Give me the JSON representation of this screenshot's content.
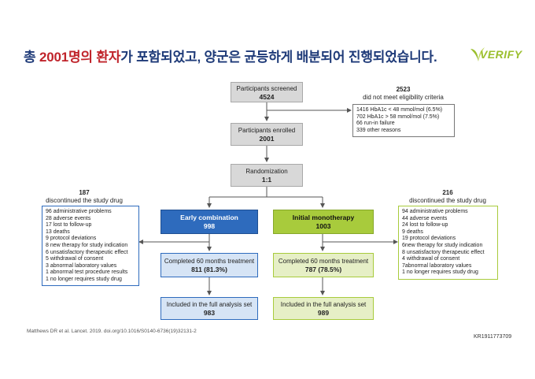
{
  "title": {
    "prefix": "총 ",
    "highlight": "2001명의 환자",
    "suffix": "가 포함되었고, 양군은 균등하게 배분되어 진행되었습니다."
  },
  "logo": {
    "text": "VERIFY"
  },
  "flow": {
    "screened": {
      "label": "Participants screened",
      "value": "4524"
    },
    "excluded": {
      "value": "2523",
      "label": "did not meet eligibility criteria",
      "items": [
        "1416 HbA1c < 48 mmol/mol (6.5%)",
        "702 HbA1c > 58 mmol/mol (7.5%)",
        "66 run-in failure",
        "339 other reasons"
      ]
    },
    "enrolled": {
      "label": "Participants enrolled",
      "value": "2001"
    },
    "randomization": {
      "label": "Randomization",
      "value": "1:1"
    },
    "left": {
      "arm": {
        "label": "Early combination",
        "value": "998"
      },
      "completed": {
        "label": "Completed 60 months treatment",
        "value": "811 (81.3%)"
      },
      "analysis": {
        "label": "Included in the full analysis set",
        "value": "983"
      },
      "discontinued": {
        "value": "187",
        "label": "discontinued the study drug",
        "items": [
          "96 administrative problems",
          "28  adverse  events",
          "17 lost to follow-up",
          "13 deaths",
          "9 protocol deviations",
          "8 new therapy for study indication",
          "6 unsatisfactory therapeutic effect",
          "5 withdrawal of consent",
          "3 abnormal laboratory values",
          "1 abnormal test procedure results",
          "1 no longer requires study drug"
        ]
      }
    },
    "right": {
      "arm": {
        "label": "Initial monotherapy",
        "value": "1003"
      },
      "completed": {
        "label": "Completed 60 months treatment",
        "value": "787 (78.5%)"
      },
      "analysis": {
        "label": "Included in the full analysis set",
        "value": "989"
      },
      "discontinued": {
        "value": "216",
        "label": "discontinued the study drug",
        "items": [
          "94 administrative problems",
          "44  adverse  events",
          "24 lost to follow-up",
          "9 deaths",
          "19 protocol deviations",
          "6new therapy for study indication",
          "8 unsatisfactory therapeutic effect",
          "4 withdrawal of consent",
          "7abnormal laboratory values",
          "1 no longer requires study drug"
        ]
      }
    }
  },
  "citation": "Matthews DR et al. Lancet. 2019. doi.org/10.1016/S0140-6736(19)32131-2",
  "code": "KR1911773709",
  "colors": {
    "title": "#1e3a78",
    "highlight": "#c0242b",
    "blue": "#2e6bbd",
    "green": "#a8cb3c",
    "grey": "#d8d8d8"
  }
}
